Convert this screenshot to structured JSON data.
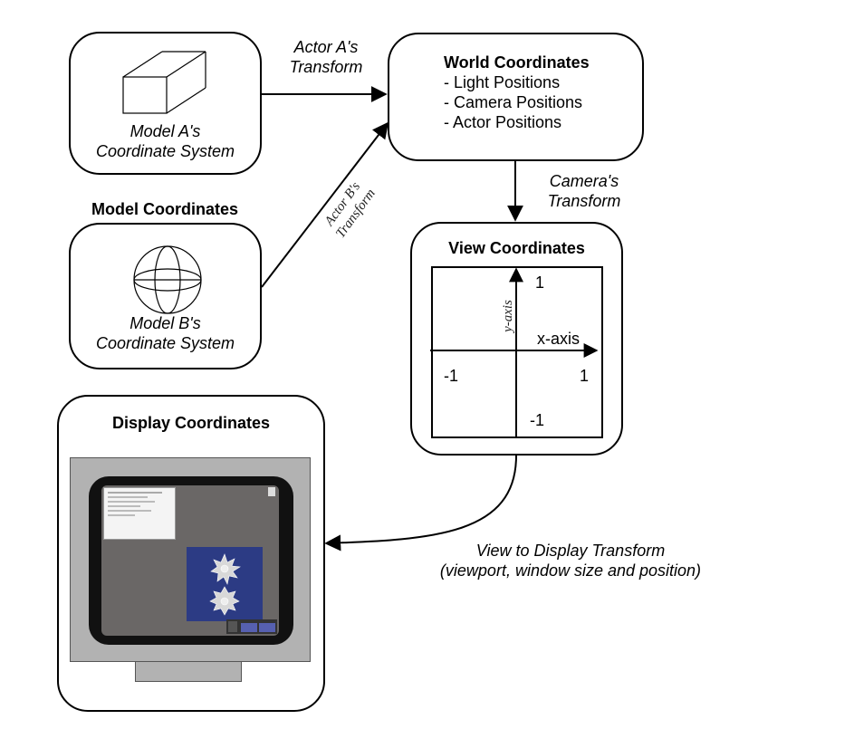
{
  "world": {
    "title": "World Coordinates",
    "items": [
      "- Light Positions",
      "- Camera Positions",
      "- Actor Positions"
    ]
  },
  "model_a": {
    "line1": "Model A's",
    "line2": "Coordinate System"
  },
  "model_b": {
    "line1": "Model B's",
    "line2": "Coordinate System"
  },
  "model_coordinates_label": "Model Coordinates",
  "actor_a_transform": {
    "line1": "Actor  A's",
    "line2": "Transform"
  },
  "actor_b_transform": {
    "line1": "Actor B's",
    "line2": "Transform"
  },
  "camera_transform": {
    "line1": "Camera's",
    "line2": "Transform"
  },
  "view": {
    "title": "View Coordinates",
    "y_axis_label": "y-axis",
    "x_axis_label": "x-axis",
    "y_top": "1",
    "y_bottom": "-1",
    "x_left": "-1",
    "x_right": "1"
  },
  "display": {
    "title": "Display Coordinates"
  },
  "view_to_display": {
    "line1": "View to Display Transform",
    "line2": "(viewport, window size and position)"
  }
}
